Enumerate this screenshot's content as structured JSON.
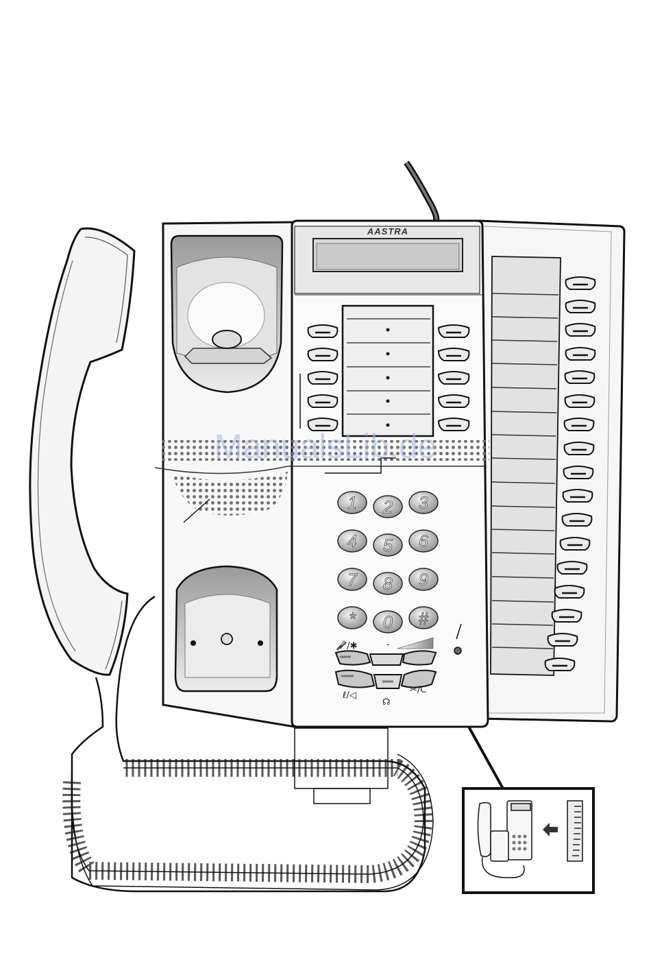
{
  "brand": "AASTRA",
  "watermark": "ManualsLib.de",
  "keypad": [
    "1",
    "2",
    "3",
    "4",
    "5",
    "6",
    "7",
    "8",
    "9",
    "*",
    "0",
    "#"
  ],
  "symbols": {
    "mute_volume": "🎤̸/✱",
    "minus": "-",
    "speaker": "ℓ/◁",
    "headset": "☊",
    "clear": "✂/C"
  },
  "left_keys_count": 5,
  "right_keys_count": 5,
  "expansion_keys_count": 17,
  "icons": [
    "handset",
    "cradle",
    "speaker-grille",
    "display",
    "keypad",
    "expansion-panel",
    "inset-illustration",
    "arrow-left"
  ],
  "colors": {
    "line": "#111111",
    "body": "#f7f7f7",
    "panel": "#e9e9e9",
    "key": "#bdbdbd"
  }
}
